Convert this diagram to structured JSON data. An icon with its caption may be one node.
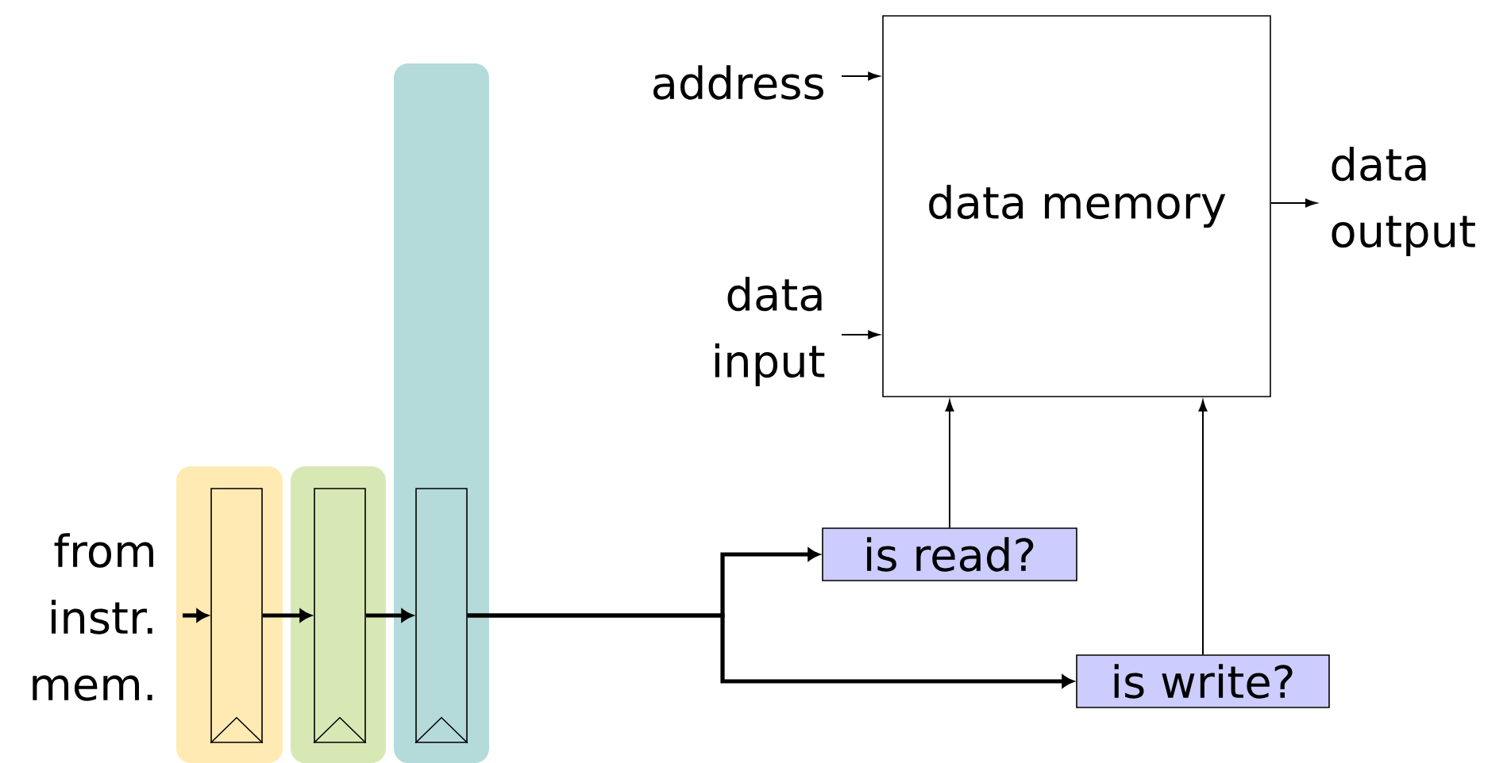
{
  "diagram": {
    "nodes": [
      {
        "text": [
          "from instr. mem."
        ]
      },
      {
        "text": [],
        "shape": "box"
      },
      {
        "text": [],
        "shape": "box"
      },
      {
        "text": [],
        "shape": "box"
      },
      {
        "text": [
          "is read?"
        ]
      },
      {
        "text": [
          "is write?"
        ]
      },
      {
        "text": [
          "data memory"
        ]
      },
      {
        "text": [
          "address"
        ]
      },
      {
        "text": [
          "data input"
        ]
      },
      {
        "text": [
          "data output"
        ]
      }
    ],
    "edges": [
      {
        "from": 0,
        "to": 1,
        "arrow": "to",
        "style": "thick"
      },
      {
        "from": 1,
        "to": 2,
        "arrow": "to",
        "style": "thick"
      },
      {
        "from": 2,
        "to": 3,
        "arrow": "to",
        "style": "thick"
      },
      {
        "from": 3,
        "to": 4,
        "arrow": "to",
        "style": "thick"
      },
      {
        "from": 3,
        "to": 5,
        "arrow": "to",
        "style": "thick"
      },
      {
        "from": 4,
        "to": 6,
        "arrow": "to"
      },
      {
        "from": 5,
        "to": 6,
        "arrow": "to"
      },
      {
        "from": 7,
        "to": 6,
        "arrow": "to"
      },
      {
        "from": 8,
        "to": 6,
        "arrow": "to"
      },
      {
        "from": 6,
        "to": 9,
        "arrow": "to"
      }
    ]
  }
}
